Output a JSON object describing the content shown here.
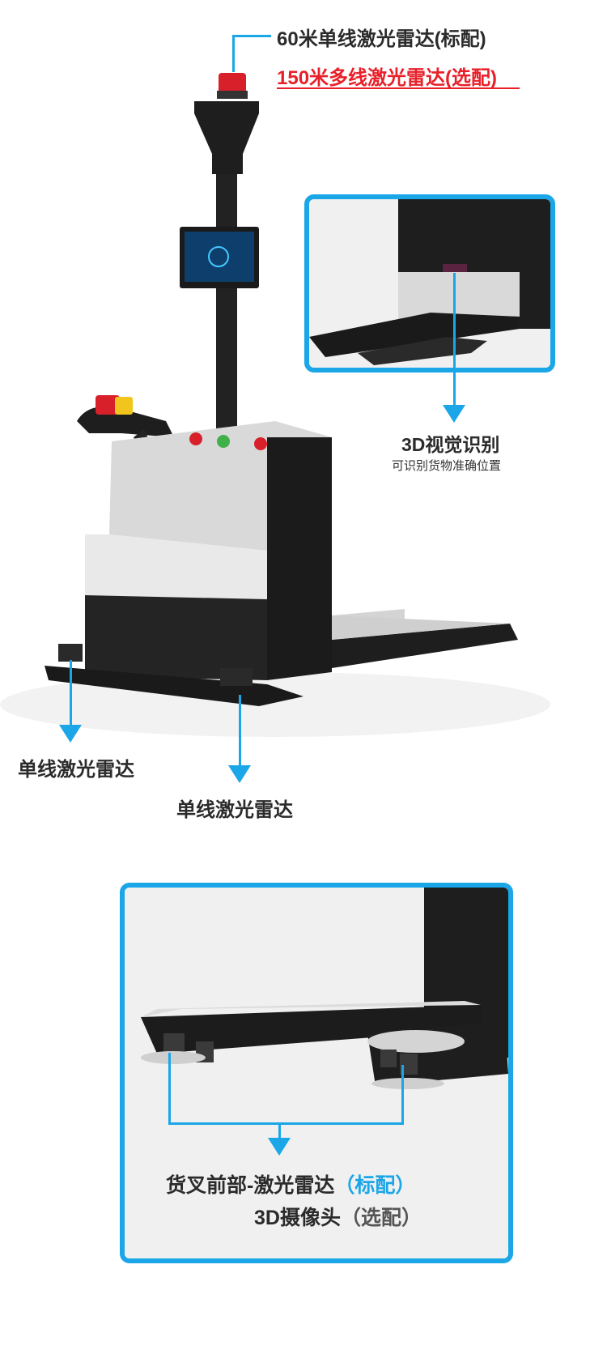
{
  "top_lidar": {
    "standard": "60米单线激光雷达(标配)",
    "optional": "150米多线激光雷达(选配)"
  },
  "vision_3d": {
    "title": "3D视觉识别",
    "subtitle": "可识别货物准确位置"
  },
  "bottom_lidar_left": "单线激光雷达",
  "bottom_lidar_center": "单线激光雷达",
  "fork_front": {
    "line1_main": "货叉前部-激光雷达",
    "line1_tag": "（标配）",
    "line2_main": "3D摄像头",
    "line2_tag": "（选配）"
  },
  "colors": {
    "accent_blue": "#1ba6e8",
    "highlight_red": "#e8202a",
    "text_dark": "#2b2b2b"
  }
}
